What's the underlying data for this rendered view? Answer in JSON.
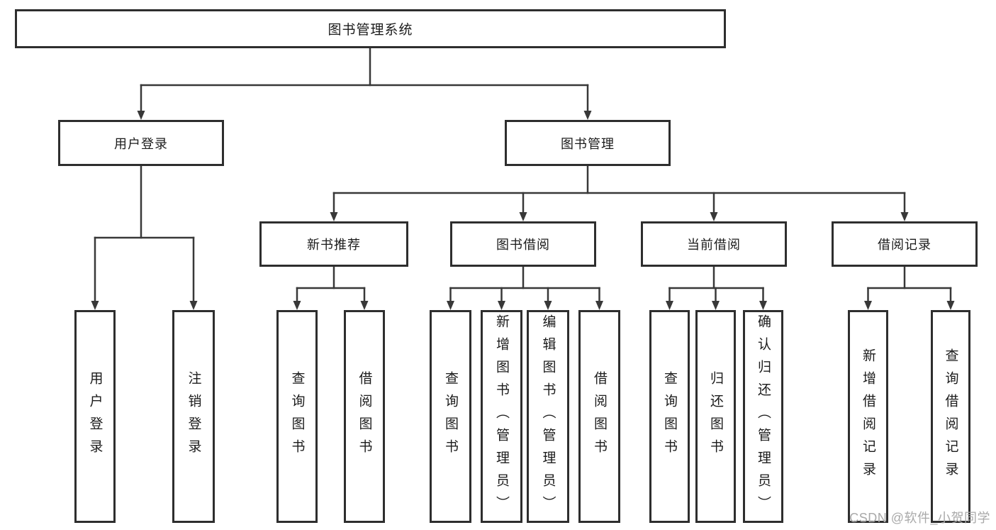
{
  "diagram_title": "图书管理系统",
  "nodes": {
    "root": "图书管理系统",
    "user_login": "用户登录",
    "book_mgmt": "图书管理",
    "new_book_rec": "新书推荐",
    "book_borrow": "图书借阅",
    "current_borrow": "当前借阅",
    "borrow_records": "借阅记录",
    "leaf_user_login": "用户登录",
    "leaf_logout": "注销登录",
    "leaf_nbr_query": "查询图书",
    "leaf_nbr_borrow": "借阅图书",
    "leaf_bb_query": "查询图书",
    "leaf_bb_add": "新增图书（管理员）",
    "leaf_bb_edit": "编辑图书（管理员）",
    "leaf_bb_borrow": "借阅图书",
    "leaf_cb_query": "查询图书",
    "leaf_cb_return": "归还图书",
    "leaf_cb_confirm": "确认归还（管理员）",
    "leaf_br_add": "新增借阅记录",
    "leaf_br_query": "查询借阅记录"
  },
  "hierarchy": {
    "图书管理系统": [
      "用户登录",
      "图书管理"
    ],
    "用户登录": [
      "用户登录",
      "注销登录"
    ],
    "图书管理": [
      "新书推荐",
      "图书借阅",
      "当前借阅",
      "借阅记录"
    ],
    "新书推荐": [
      "查询图书",
      "借阅图书"
    ],
    "图书借阅": [
      "查询图书",
      "新增图书（管理员）",
      "编辑图书（管理员）",
      "借阅图书"
    ],
    "当前借阅": [
      "查询图书",
      "归还图书",
      "确认归还（管理员）"
    ],
    "借阅记录": [
      "新增借阅记录",
      "查询借阅记录"
    ]
  },
  "colors": {
    "box_border": "#2e2e2e",
    "line": "#383838",
    "text": "#1b1b1b",
    "watermark": "#a9a9a9",
    "background": "#ffffff"
  },
  "watermark": {
    "text": "CSDN @软件_小贺同学"
  }
}
